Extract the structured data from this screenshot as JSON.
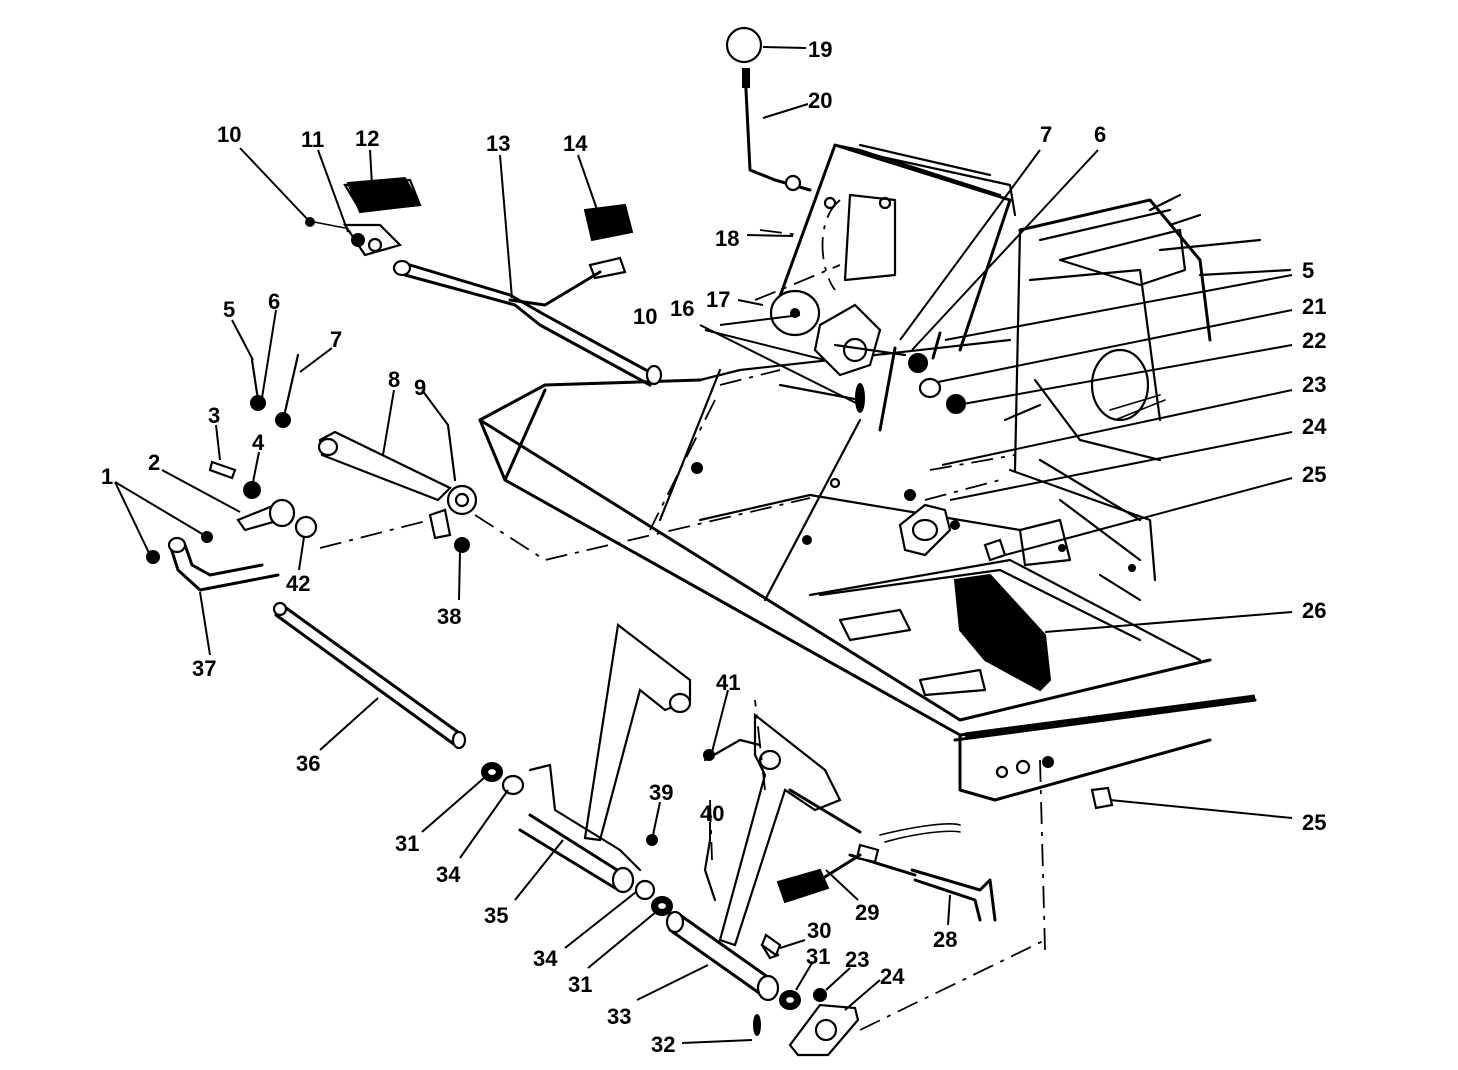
{
  "diagram": {
    "callouts": [
      {
        "label": "1"
      },
      {
        "label": "2"
      },
      {
        "label": "3"
      },
      {
        "label": "4"
      },
      {
        "label": "5"
      },
      {
        "label": "6"
      },
      {
        "label": "7"
      },
      {
        "label": "8"
      },
      {
        "label": "9"
      },
      {
        "label": "10"
      },
      {
        "label": "11"
      },
      {
        "label": "12"
      },
      {
        "label": "13"
      },
      {
        "label": "14"
      },
      {
        "label": "16"
      },
      {
        "label": "17"
      },
      {
        "label": "18"
      },
      {
        "label": "19"
      },
      {
        "label": "20"
      },
      {
        "label": "7"
      },
      {
        "label": "6"
      },
      {
        "label": "5"
      },
      {
        "label": "21"
      },
      {
        "label": "22"
      },
      {
        "label": "23"
      },
      {
        "label": "24"
      },
      {
        "label": "25"
      },
      {
        "label": "26"
      },
      {
        "label": "10"
      },
      {
        "label": "42"
      },
      {
        "label": "38"
      },
      {
        "label": "37"
      },
      {
        "label": "36"
      },
      {
        "label": "31"
      },
      {
        "label": "34"
      },
      {
        "label": "35"
      },
      {
        "label": "39"
      },
      {
        "label": "41"
      },
      {
        "label": "40"
      },
      {
        "label": "34"
      },
      {
        "label": "31"
      },
      {
        "label": "33"
      },
      {
        "label": "32"
      },
      {
        "label": "30"
      },
      {
        "label": "31"
      },
      {
        "label": "23"
      },
      {
        "label": "24"
      },
      {
        "label": "29"
      },
      {
        "label": "28"
      },
      {
        "label": "25"
      }
    ]
  }
}
